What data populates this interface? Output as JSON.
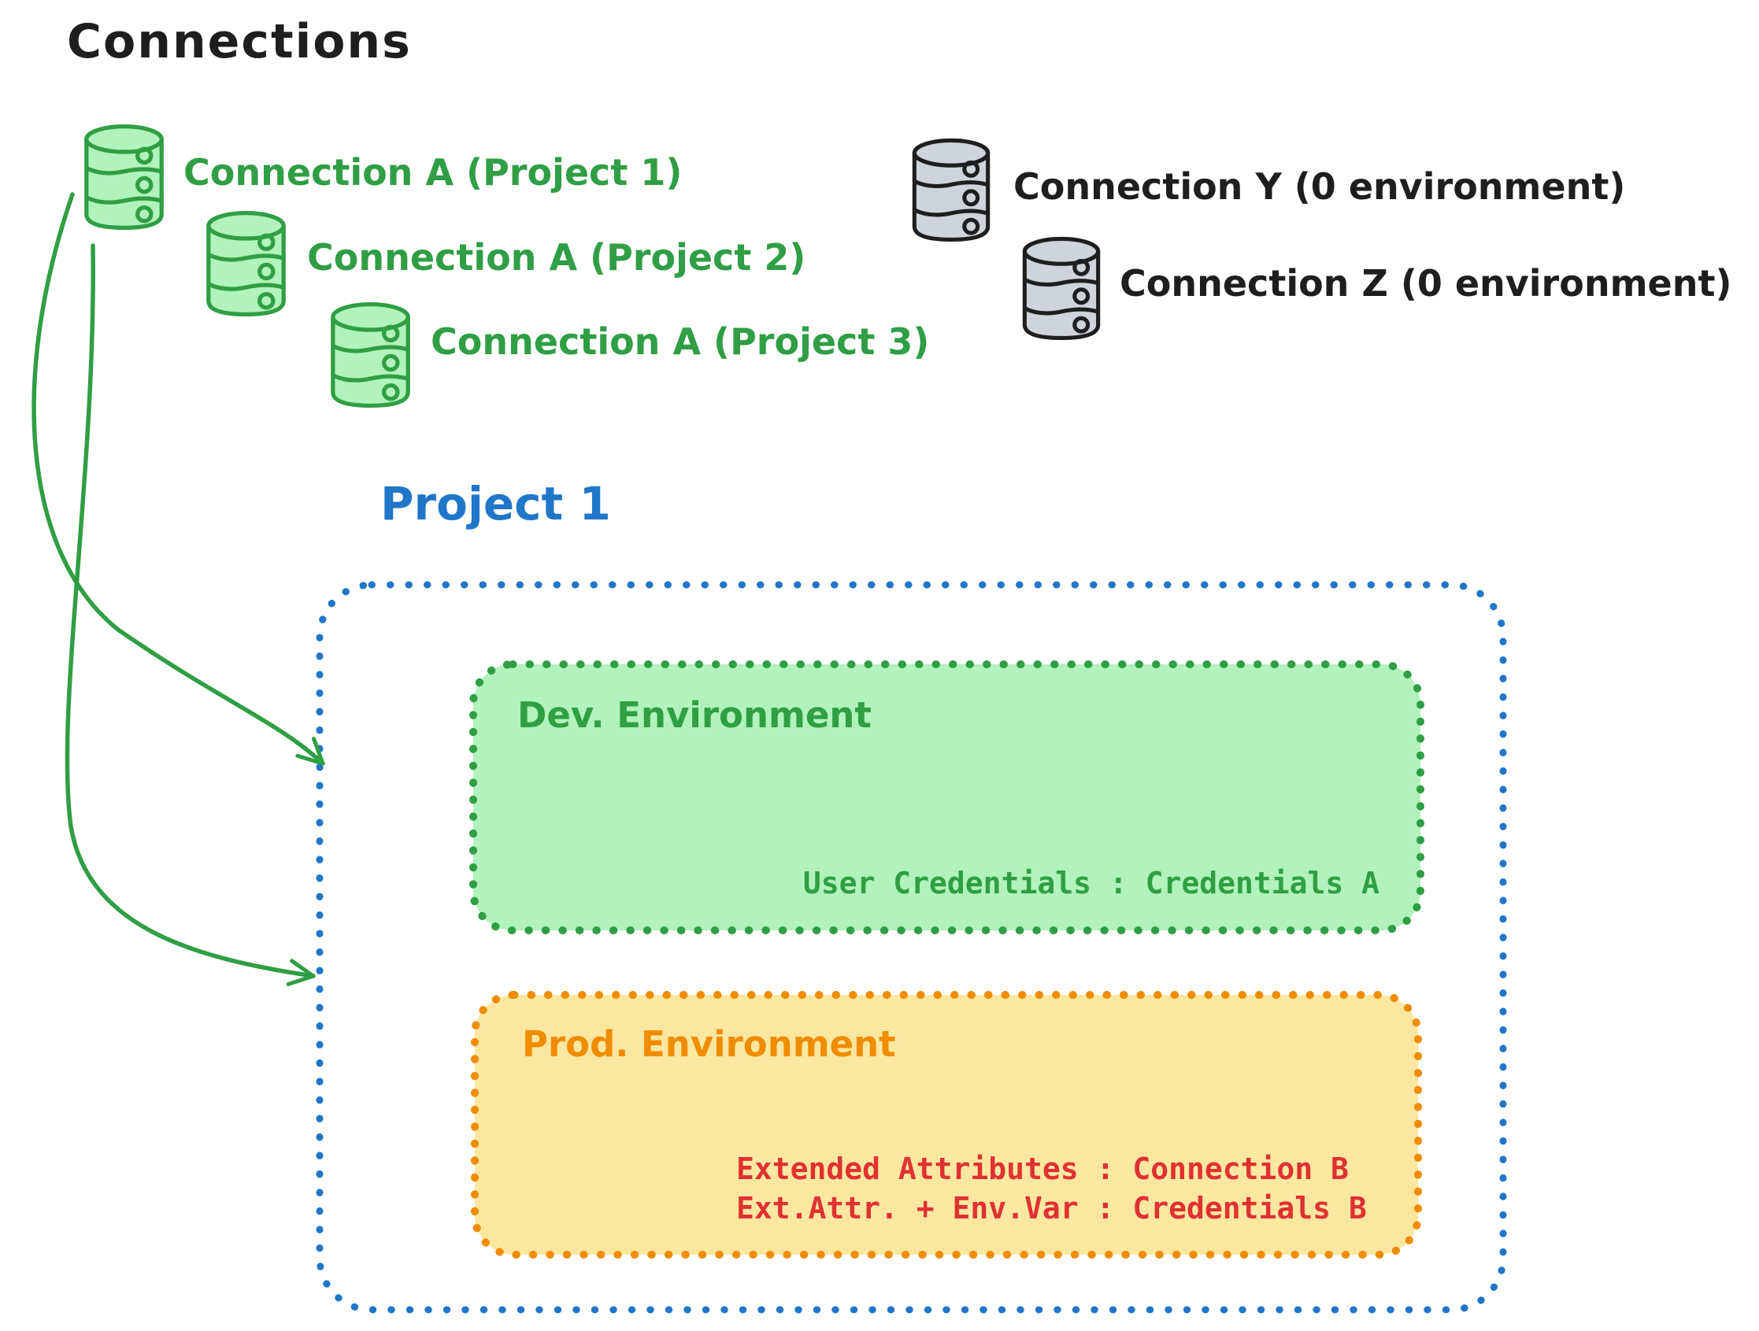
{
  "colors": {
    "ink": "#1e1e1e",
    "green": "#2f9e44",
    "green_fill": "#b2f2bb",
    "gray_fill": "#ced4da",
    "blue": "#2076c8",
    "orange": "#f08c00",
    "yellow_fill": "#fbe7a0",
    "red": "#e03131"
  },
  "header": {
    "title": "Connections"
  },
  "connections": {
    "green": [
      {
        "label": "Connection A (Project 1)"
      },
      {
        "label": "Connection A (Project 2)"
      },
      {
        "label": "Connection A (Project 3)"
      }
    ],
    "gray": [
      {
        "label": "Connection Y (0 environment)"
      },
      {
        "label": "Connection Z (0 environment)"
      }
    ]
  },
  "project": {
    "title": "Project 1",
    "dev": {
      "title": "Dev. Environment",
      "mapping": "User Credentials : Credentials A"
    },
    "prod": {
      "title": "Prod. Environment",
      "mappings": [
        "Extended Attributes : Connection B",
        "Ext.Attr. + Env.Var : Credentials B"
      ]
    }
  }
}
